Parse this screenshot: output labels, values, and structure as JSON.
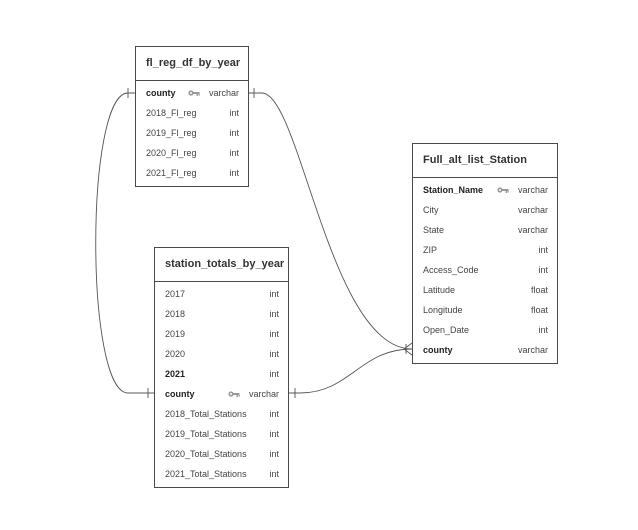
{
  "tables": [
    {
      "id": "fl",
      "title": "fl_reg_df_by_year",
      "columns": [
        {
          "name": "county",
          "type": "varchar",
          "bold": true,
          "key": true
        },
        {
          "name": "2018_Fl_reg",
          "type": "int"
        },
        {
          "name": "2019_Fl_reg",
          "type": "int"
        },
        {
          "name": "2020_Fl_reg",
          "type": "int"
        },
        {
          "name": "2021_Fl_reg",
          "type": "int"
        }
      ]
    },
    {
      "id": "st",
      "title": "station_totals_by_year",
      "columns": [
        {
          "name": "2017",
          "type": "int"
        },
        {
          "name": "2018",
          "type": "int"
        },
        {
          "name": "2019",
          "type": "int"
        },
        {
          "name": "2020",
          "type": "int"
        },
        {
          "name": "2021",
          "type": "int",
          "bold": true
        },
        {
          "name": "county",
          "type": "varchar",
          "bold": true,
          "key": true
        },
        {
          "name": "2018_Total_Stations",
          "type": "int"
        },
        {
          "name": "2019_Total_Stations",
          "type": "int"
        },
        {
          "name": "2020_Total_Stations",
          "type": "int"
        },
        {
          "name": "2021_Total_Stations",
          "type": "int"
        }
      ]
    },
    {
      "id": "fa",
      "title": "Full_alt_list_Station",
      "columns": [
        {
          "name": "Station_Name",
          "type": "varchar",
          "bold": true,
          "key": true
        },
        {
          "name": "City",
          "type": "varchar"
        },
        {
          "name": "State",
          "type": "varchar"
        },
        {
          "name": "ZIP",
          "type": "int"
        },
        {
          "name": "Access_Code",
          "type": "int"
        },
        {
          "name": "Latitude",
          "type": "float"
        },
        {
          "name": "Longitude",
          "type": "float"
        },
        {
          "name": "Open_Date",
          "type": "int"
        },
        {
          "name": "county",
          "type": "varchar",
          "bold": true
        }
      ]
    }
  ],
  "relationships": [
    {
      "from": "fl_reg_df_by_year.county",
      "to": "station_totals_by_year.county",
      "cardinality": "one-to-one"
    },
    {
      "from": "fl_reg_df_by_year.county",
      "to": "Full_alt_list_Station.county",
      "cardinality": "one-to-many"
    },
    {
      "from": "station_totals_by_year.county",
      "to": "Full_alt_list_Station.county",
      "cardinality": "one-to-many"
    }
  ],
  "colors": {
    "line": "#555555",
    "border": "#4a4a4a",
    "key": "#999999"
  }
}
